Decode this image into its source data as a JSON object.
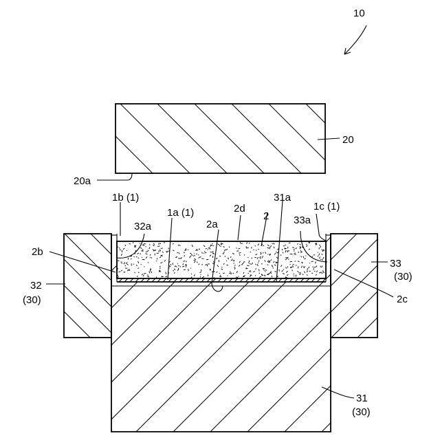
{
  "labels": {
    "assembly": "10",
    "upper_mold": "20",
    "upper_mold_surface": "20a",
    "film_left": "1b (1)",
    "film_bottom": "1a (1)",
    "film_right": "1c (1)",
    "resin": "2",
    "resin_bottom": "2a",
    "resin_left": "2b",
    "resin_right": "2c",
    "resin_top": "2d",
    "left_block_face": "32a",
    "base_top_face": "31a",
    "right_block_face": "33a",
    "left_block": "32",
    "left_block_group": "(30)",
    "right_block": "33",
    "right_block_group": "(30)",
    "base_block": "31",
    "base_block_group": "(30)"
  }
}
